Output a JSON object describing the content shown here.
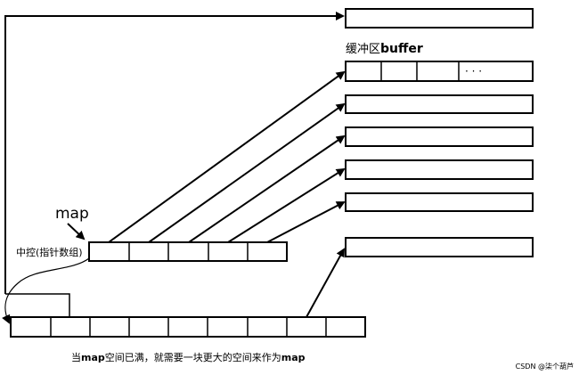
{
  "labels": {
    "buffer_label_cn": "缓冲区",
    "buffer_label_en": "buffer",
    "map_label": "map",
    "central_control": "中控(指针数组)",
    "ellipsis": "· · ·",
    "caption_prefix": "当",
    "caption_map1": "map",
    "caption_middle": "空间已满，就需要一块更大的空间来作为",
    "caption_map2": "map",
    "watermark": "CSDN @柒个葫芦"
  }
}
